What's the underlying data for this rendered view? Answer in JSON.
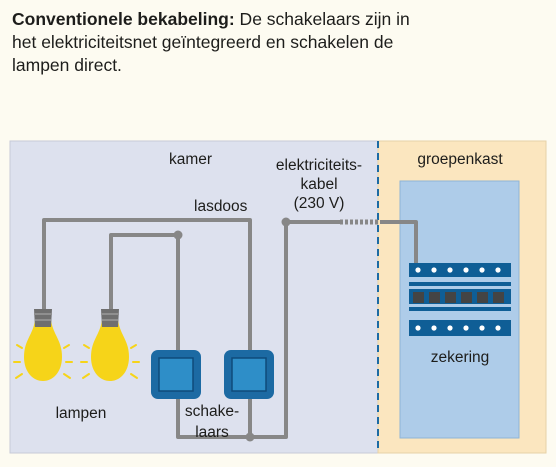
{
  "intro": {
    "bold": "Conventionele bekabeling:",
    "text": " De schakelaars zijn in het elektriciteitsnet geïntegreerd en schakelen de lampen direct."
  },
  "labels": {
    "room": "kamer",
    "junction_box": "lasdoos",
    "cable_line1": "elektriciteits-",
    "cable_line2": "kabel",
    "cable_line3": "(230 V)",
    "fuse_box": "groepenkast",
    "fuse": "zekering",
    "lamps": "lampen",
    "switches_line1": "schake-",
    "switches_line2": "laars"
  },
  "colors": {
    "room_bg": "#dde1ee",
    "fusebox_bg": "#fbe6bf",
    "cabinet": "#aecce9",
    "wire": "#878787",
    "divider": "#1c6aa3",
    "switch": "#1c6aa3",
    "lamp": "#f6d419"
  }
}
